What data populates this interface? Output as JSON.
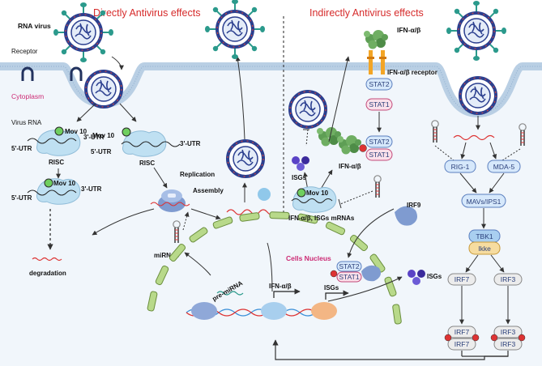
{
  "headers": {
    "left": "Directly Antivirus effects",
    "right": "Indirectly Antivirus effects"
  },
  "labels": {
    "rna_virus": "RNA virus",
    "receptor": "Receptor",
    "cytoplasm": "Cytoplasm",
    "virus_rna": "Virus RNA",
    "mov10_1": "Mov 10",
    "mov10_2": "Mov 10",
    "mov10_3": "Mov 10",
    "mov10_4": "Mov 10",
    "utr5_1": "5'-UTR",
    "utr3_1": "3'-UTR",
    "utr5_2": "5'-UTR",
    "utr3_2": "3'-UTR",
    "utr5_3": "5'-UTR",
    "utr3_3": "3'-UTR",
    "risc_1": "RISC",
    "risc_2": "RISC",
    "degradation": "degradation",
    "replication": "Replication",
    "assembly": "Assembly",
    "mirnas": "miRNAs",
    "pre_mirna": "pre-miRNA",
    "ifn_ab_top": "IFN-α/β",
    "ifn_receptor": "IFN-α/β receptor",
    "ifn_ab_mid": "IFN-α/β",
    "isgs_left": "ISGs",
    "ifn_isgs_mrnas": "IFN-α/β, ISGs mRNAs",
    "irf9": "IRF9",
    "cells_nucleus": "Cells Nucleus",
    "isgs_right": "ISGs",
    "ifn_ab_dna": "IFN-α/β",
    "isgs_dna": "ISGs"
  },
  "boxes": {
    "stat2_top": "STAT2",
    "stat1_top": "STAT1",
    "stat2_mid": "STAT2",
    "stat1_mid": "STAT1",
    "stat2_nuc": "STAT2",
    "stat1_nuc": "STAT1",
    "rig1": "RIG-1",
    "mda5": "MDA-5",
    "mavs": "MAVs/IPS1",
    "tbk1": "TBK1",
    "ikke": "Ikke",
    "irf7_a": "IRF7",
    "irf3_a": "IRF3",
    "irf7_b": "IRF7",
    "irf7_c": "IRF7",
    "irf3_b": "IRF3",
    "irf3_c": "IRF3"
  },
  "colors": {
    "header_red": "#d62b2b",
    "cytoplasm_pink": "#cc2a74",
    "membrane": "#b9cfe4",
    "cytoplasm_bg": "#f1f6fb",
    "virus_blue": "#2b3f8f",
    "spike_teal": "#2b9a8c",
    "nucleus_green": "#b8d98a",
    "box_blue_fill": "#d6e8fb",
    "box_blue_stroke": "#5b7fbf",
    "box_pink_fill": "#fbe0ea",
    "box_pink_stroke": "#c34a7a",
    "tbk1_fill": "#a9cff0",
    "ikke_fill": "#f6dca0",
    "grey_box_fill": "#ececec",
    "ifn_green": "#5e9e55",
    "mov10_green": "#6fcf5f"
  },
  "icons": [
    "rna-virus-icon",
    "receptor-icon",
    "mov10-icon",
    "risc-complex-icon",
    "ribosome-icon",
    "ifn-cluster-icon",
    "isg-dots-icon",
    "hairpin-rna-icon",
    "irf9-icon"
  ]
}
